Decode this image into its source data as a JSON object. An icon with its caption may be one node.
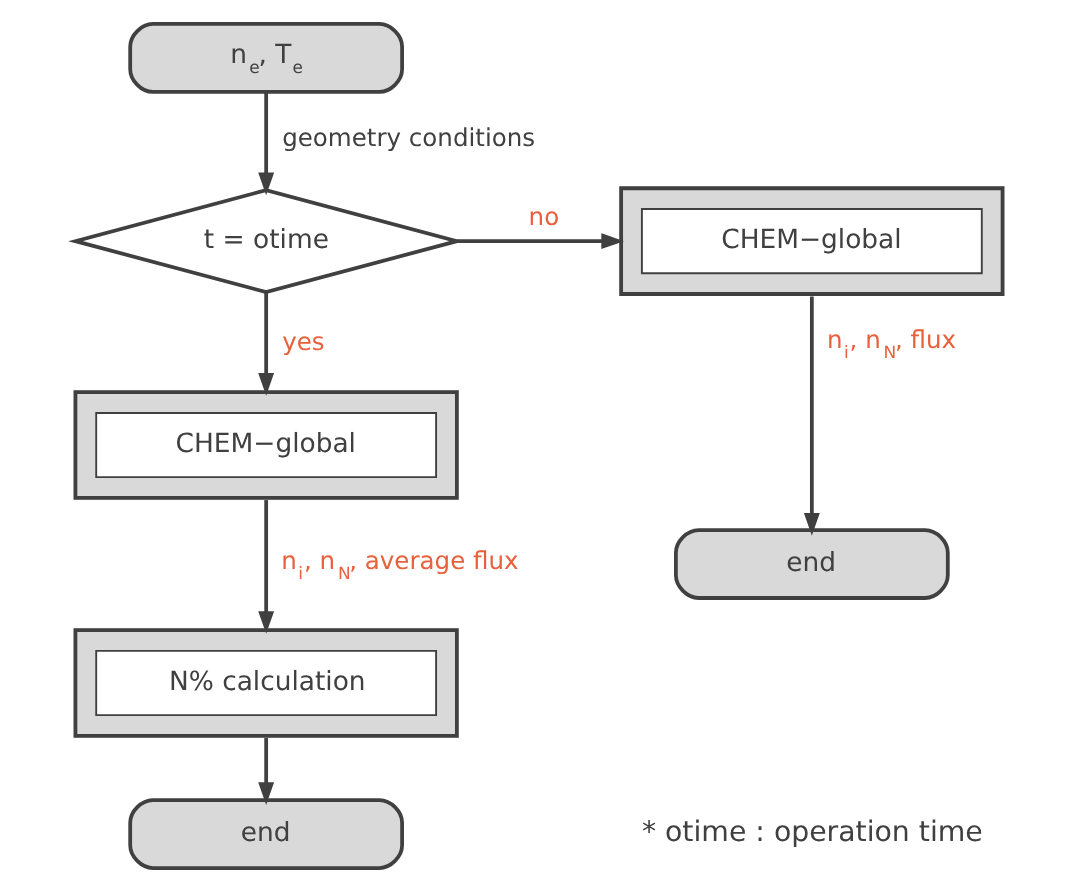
{
  "diagram": {
    "nodes": [
      {
        "text": [
          "n$_{e}$, T$_{e}$"
        ]
      },
      {
        "text": [
          "t = otime"
        ]
      },
      {
        "text": [
          "CHEM−global"
        ]
      },
      {
        "text": [
          "end"
        ]
      },
      {
        "text": [
          "CHEM−global"
        ]
      },
      {
        "text": [
          "N% calculation"
        ]
      },
      {
        "text": [
          "end"
        ]
      }
    ],
    "edges": [
      {
        "from": 0,
        "to": 1,
        "arrow": "to",
        "label": "geometry conditions"
      },
      {
        "from": 1,
        "to": 2,
        "arrow": "to",
        "label": "no"
      },
      {
        "from": 1,
        "to": 4,
        "arrow": "to",
        "label": "yes"
      },
      {
        "from": 2,
        "to": 3,
        "arrow": "to",
        "label": "n$_{i}$, n$_{N}$, flux"
      },
      {
        "from": 4,
        "to": 5,
        "arrow": "to",
        "label": "n$_{i}$, n$_{N}$, average flux"
      },
      {
        "from": 5,
        "to": 6,
        "arrow": "to"
      }
    ],
    "labels": [
      "* otime : operation time"
    ]
  }
}
